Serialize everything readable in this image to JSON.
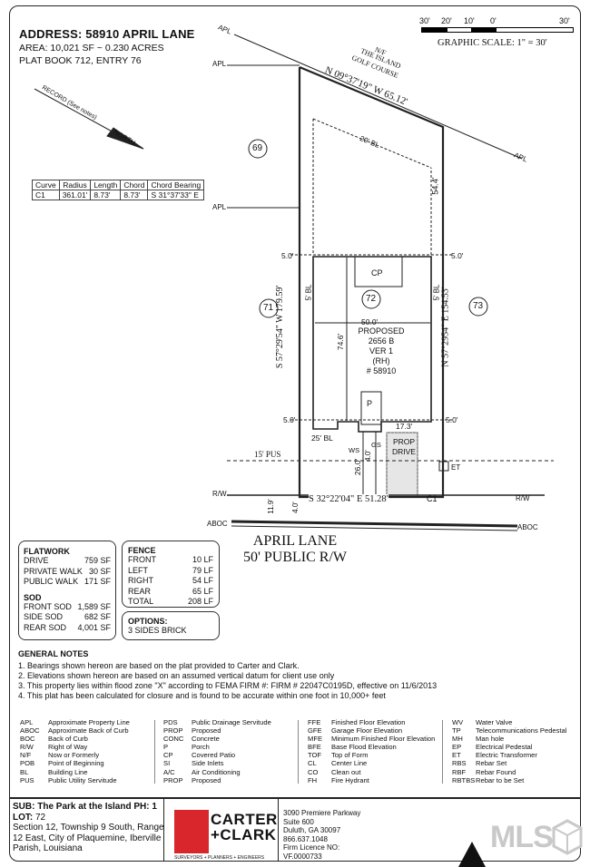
{
  "header": {
    "address": "ADDRESS: 58910 APRIL LANE",
    "area": "AREA: 10,021 SF ~ 0.230 ACRES",
    "plat": "PLAT BOOK 712, ENTRY 76"
  },
  "scale": {
    "ticks": [
      "30'",
      "20'",
      "10'",
      "0'",
      "30'"
    ],
    "caption": "GRAPHIC SCALE: 1\" = 30'"
  },
  "plat": {
    "north_record": "RECORD (See notes)",
    "north": "NORTH",
    "neighbor_label": "N/F THE ISLAND GOLF COURSE",
    "neighbor_1": "N/F",
    "neighbor_2": "THE ISLAND",
    "neighbor_3": "GOLF COURSE",
    "north_bearing": "N 09°37'19\" W 65.12'",
    "apl": "APL",
    "bl20": "20' BL",
    "lot69": "69",
    "lot71": "71",
    "lot72": "72",
    "lot73": "73",
    "dim54": "54.4'",
    "west_bearing": "S 57°29'54\" W 179.59'",
    "east_bearing": "N 57°2954\" E 154.53'",
    "five": "5.0'",
    "bl5": "5' BL",
    "cp": "CP",
    "p": "P",
    "w50": "50.0'",
    "d746": "74.6'",
    "house_1": "PROPOSED",
    "house_2": "2656 B",
    "house_3": "VER 1",
    "house_4": "(RH)",
    "house_5": "# 58910",
    "bl25": "25' BL",
    "d173": "17.3'",
    "ws": "WS",
    "gs": "GS",
    "drive_1": "PROP",
    "drive_2": "DRIVE",
    "pus": "15' PUS",
    "et": "ET",
    "d260": "26.0'",
    "d40": "4.0'",
    "rw": "R/W",
    "south_bearing": "S 32°22'04\" E 51.28'",
    "c1": "C1",
    "d119": "11.9'",
    "aboc": "ABOC"
  },
  "curve_table": {
    "headers": [
      "Curve",
      "Radius",
      "Length",
      "Chord",
      "Chord Bearing"
    ],
    "row": [
      "C1",
      "361.01'",
      "8.73'",
      "8.73'",
      "S 31°37'33\" E"
    ]
  },
  "street": {
    "name": "APRIL LANE",
    "row": "50' PUBLIC R/W"
  },
  "flatwork": {
    "title": "FLATWORK",
    "items": [
      [
        "DRIVE",
        "759 SF"
      ],
      [
        "PRIVATE WALK",
        "30 SF"
      ],
      [
        "PUBLIC WALK",
        "171 SF"
      ]
    ],
    "sod_title": "SOD",
    "sod": [
      [
        "FRONT SOD",
        "1,589 SF"
      ],
      [
        "SIDE SOD",
        "682 SF"
      ],
      [
        "REAR SOD",
        "4,001 SF"
      ]
    ]
  },
  "fence": {
    "title": "FENCE",
    "items": [
      [
        "FRONT",
        "10 LF"
      ],
      [
        "LEFT",
        "79 LF"
      ],
      [
        "RIGHT",
        "54 LF"
      ],
      [
        "REAR",
        "65 LF"
      ],
      [
        "TOTAL",
        "208 LF"
      ]
    ]
  },
  "options": {
    "title": "OPTIONS:",
    "value": "3 SIDES BRICK"
  },
  "notes": {
    "title": "GENERAL NOTES",
    "items": [
      "1.  Bearings shown hereon are based on the plat provided to Carter and Clark.",
      "2.  Elevations shown hereon are based on an assumed vertical datum for client use only",
      "3.  This property lies within flood zone \"X\" according to FEMA FIRM #: FIRM # 22047C0195D, effective on 11/6/2013",
      "4.  This plat has been calculated for closure and is found to be accurate within one foot in 10,000+ feet"
    ]
  },
  "legend": {
    "col1": [
      [
        "APL",
        "Approximate Property Line"
      ],
      [
        "ABOC",
        "Approximate Back of Curb"
      ],
      [
        "BOC",
        "Back of Curb"
      ],
      [
        "R/W",
        "Right of Way"
      ],
      [
        "N/F",
        "Now or Formerly"
      ],
      [
        "POB",
        "Point of Beginning"
      ],
      [
        "BL",
        "Building Line"
      ],
      [
        "PUS",
        "Public Utility Servitude"
      ]
    ],
    "col2": [
      [
        "PDS",
        "Public Drainage Servitude"
      ],
      [
        "PROP",
        "Proposed"
      ],
      [
        "CONC",
        "Concrete"
      ],
      [
        "P",
        "Porch"
      ],
      [
        "CP",
        "Covered Patio"
      ],
      [
        "SI",
        "Side Inlets"
      ],
      [
        "A/C",
        "Air Conditioning"
      ],
      [
        "PROP",
        "Proposed"
      ]
    ],
    "col3": [
      [
        "FFE",
        "Finished Floor Elevation"
      ],
      [
        "GFE",
        "Garage Floor Elevation"
      ],
      [
        "MFE",
        "Minimum Finished Floor Elevation"
      ],
      [
        "BFE",
        "Base Flood Elevation"
      ],
      [
        "TOF",
        "Top of Form"
      ],
      [
        "CL",
        "Center Line"
      ],
      [
        "CO",
        "Clean out"
      ],
      [
        "FH",
        "Fire Hydrant"
      ]
    ],
    "col4": [
      [
        "WV",
        "Water Valve"
      ],
      [
        "TP",
        "Telecommunications Pedestal"
      ],
      [
        "MH",
        "Man hole"
      ],
      [
        "EP",
        "Electrical Pedestal"
      ],
      [
        "ET",
        "Electric Transformer"
      ],
      [
        "RBS",
        "Rebar Set"
      ],
      [
        "RBF",
        "Rebar Found"
      ],
      [
        "RBTBS",
        "Rebar to be Set"
      ]
    ]
  },
  "footer": {
    "sub": "SUB: The Park at the Island PH: 1",
    "lot_label": "LOT:",
    "lot": "72",
    "section_1": "Section 12, Township 9 South, Range",
    "section_2": "12 East, City of Plaquemine, Iberville",
    "section_3": "Parish, Louisiana",
    "logo_1": "CARTER",
    "logo_2": "+CLARK",
    "logo_tag": "SURVEYORS + PLANNERS + ENGINEERS",
    "firm": [
      "3090 Premiere Parkway",
      "Suite 600",
      "Duluth, GA 30097",
      "866.637.1048",
      "Firm Licence NO:",
      "VF.0000733"
    ],
    "watermark": "MLS"
  },
  "colors": {
    "logo_red": "#d9262c",
    "watermark": "#c9c9c9",
    "drive_fill": "#e6e6e6"
  }
}
